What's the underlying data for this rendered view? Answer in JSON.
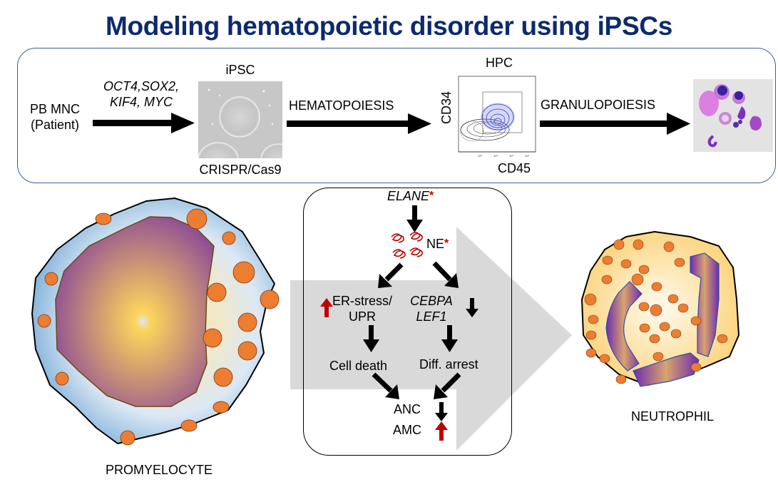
{
  "title": "Modeling hematopoietic disorder using iPSCs",
  "workflow": {
    "source": {
      "line1": "PB MNC",
      "line2": "(Patient)"
    },
    "reprogramming": {
      "line1": "OCT4,SOX2,",
      "line2": "KIF4, MYC"
    },
    "ipsc": {
      "label": "iPSC",
      "sublabel": "CRISPR/Cas9"
    },
    "step2": "HEMATOPOIESIS",
    "hpc": {
      "label": "HPC",
      "y_axis": "CD34",
      "x_axis": "CD45"
    },
    "step3": "GRANULOPOIESIS"
  },
  "pathway": {
    "gene": "ELANE",
    "gene_mark": "*",
    "protein": "NE",
    "protein_mark": "*",
    "left_branch": {
      "line1": "ER-stress/",
      "line2": "UPR",
      "outcome": "Cell death",
      "direction": "up"
    },
    "right_branch": {
      "line1": "CEBPA",
      "line2": "LEF1",
      "outcome": "Diff. arrest",
      "direction": "down"
    },
    "result1": "ANC",
    "result1_direction": "down",
    "result2": "AMC",
    "result2_direction": "up"
  },
  "cells": {
    "left": "PROMYELOCYTE",
    "right": "NEUTROPHIL"
  },
  "colors": {
    "title": "#0d2a6e",
    "panel_border": "#3b5f9e",
    "up_arrow": "#c00000",
    "granule": "#ed7d31",
    "gray_arrow": "#d9d9d9"
  }
}
